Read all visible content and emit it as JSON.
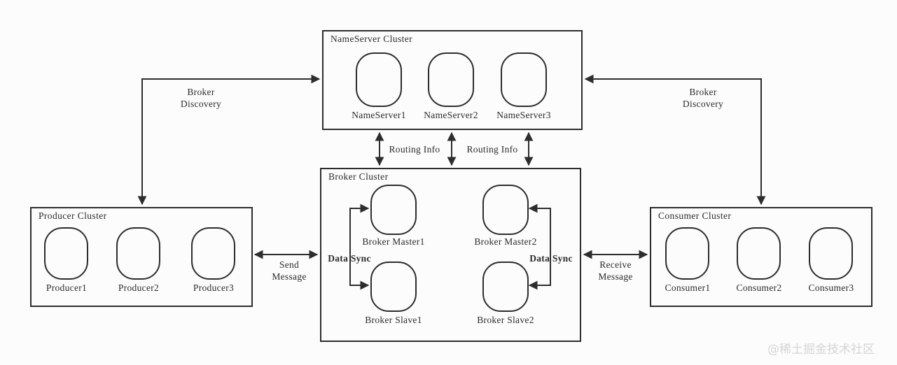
{
  "clusters": {
    "nameserver": {
      "title": "NameServer Cluster",
      "nodes": [
        "NameServer1",
        "NameServer2",
        "NameServer3"
      ]
    },
    "broker": {
      "title": "Broker Cluster",
      "nodes": [
        "Broker Master1",
        "Broker Master2",
        "Broker Slave1",
        "Broker Slave2"
      ]
    },
    "producer": {
      "title": "Producer Cluster",
      "nodes": [
        "Producer1",
        "Producer2",
        "Producer3"
      ]
    },
    "consumer": {
      "title": "Consumer Cluster",
      "nodes": [
        "Consumer1",
        "Consumer2",
        "Consumer3"
      ]
    }
  },
  "edge_labels": {
    "broker_discovery_left": [
      "Broker",
      "Discovery"
    ],
    "broker_discovery_right": [
      "Broker",
      "Discovery"
    ],
    "routing_info_left": "Routing Info",
    "routing_info_right": "Routing Info",
    "send_message": [
      "Send",
      "Message"
    ],
    "receive_message": [
      "Receive",
      "Message"
    ],
    "data_sync_left": "Data Sync",
    "data_sync_right": "Data Sync"
  },
  "watermark": "@稀土掘金技术社区",
  "colors": {
    "line": "#2d2d2d",
    "text": "#2b2b2b",
    "background": "#fcfcfc",
    "watermark": "#d5d5d5"
  }
}
